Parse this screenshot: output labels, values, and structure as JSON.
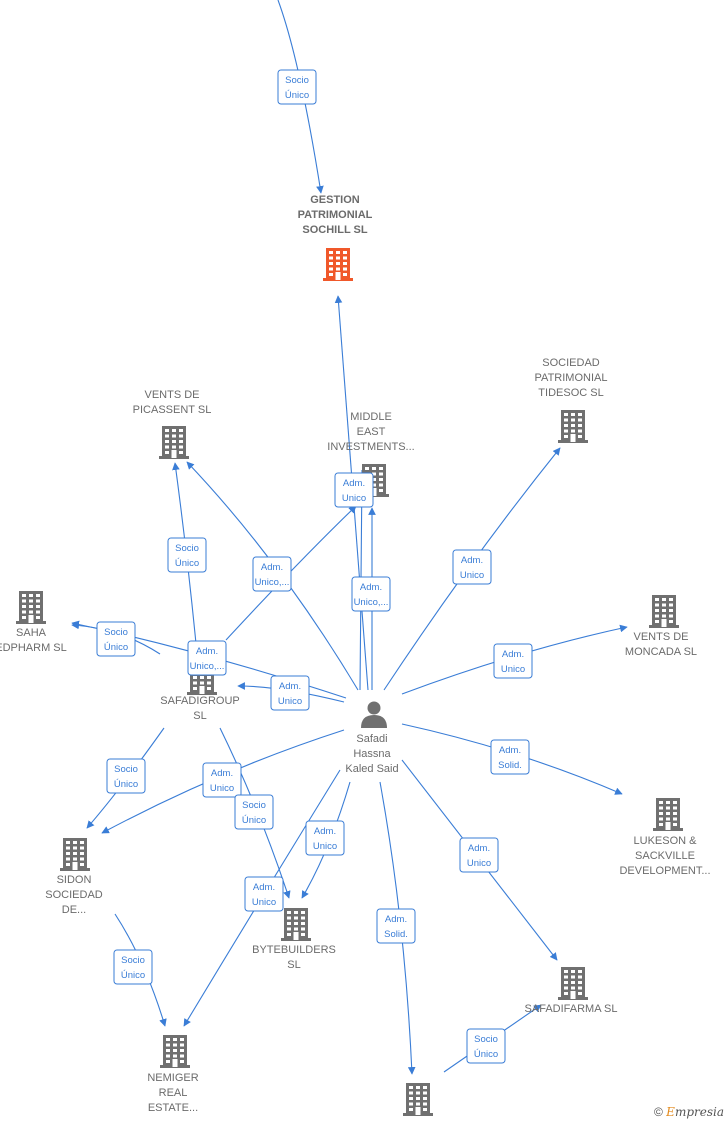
{
  "colors": {
    "edge": "#3a7dd6",
    "company": "#707070",
    "focus_company": "#f0582a",
    "person": "#707070"
  },
  "nodes": [
    {
      "id": "gestion",
      "type": "company",
      "focus": true,
      "lines": [
        "GESTION",
        "PATRIMONIAL",
        "SOCHILL  SL"
      ]
    },
    {
      "id": "vents_picassent",
      "type": "company",
      "lines": [
        "VENTS DE",
        "PICASSENT  SL"
      ]
    },
    {
      "id": "middle_east",
      "type": "company",
      "lines": [
        "MIDDLE",
        "EAST",
        "INVESTMENTS..."
      ]
    },
    {
      "id": "sociedad_tidesoc",
      "type": "company",
      "lines": [
        "SOCIEDAD",
        "PATRIMONIAL",
        "TIDESOC  SL"
      ]
    },
    {
      "id": "saha",
      "type": "company",
      "lines": [
        "SAHA",
        "EDPHARM  SL"
      ]
    },
    {
      "id": "vents_moncada",
      "type": "company",
      "lines": [
        "VENTS DE",
        "MONCADA  SL"
      ]
    },
    {
      "id": "safadigroup",
      "type": "company",
      "lines": [
        "SAFADIGROUP",
        "SL"
      ]
    },
    {
      "id": "safadi",
      "type": "person",
      "lines": [
        "Safadi",
        "Hassna",
        "Kaled Said"
      ]
    },
    {
      "id": "lukeson",
      "type": "company",
      "lines": [
        "LUKESON &",
        "SACKVILLE",
        "DEVELOPMENT..."
      ]
    },
    {
      "id": "sidon",
      "type": "company",
      "lines": [
        "SIDON",
        "SOCIEDAD",
        "DE..."
      ]
    },
    {
      "id": "bytebuilders",
      "type": "company",
      "lines": [
        "BYTEBUILDERS",
        "SL"
      ]
    },
    {
      "id": "safadifarma",
      "type": "company",
      "lines": [
        "SAFADIFARMA SL"
      ]
    },
    {
      "id": "nemiger",
      "type": "company",
      "lines": [
        "NEMIGER",
        "REAL",
        "ESTATE..."
      ]
    },
    {
      "id": "bottom_company",
      "type": "company",
      "lines": []
    }
  ],
  "edges": [
    {
      "id": "e_top_gestion",
      "label": [
        "Socio",
        "Único"
      ]
    },
    {
      "id": "e_safadi_gestion",
      "label": []
    },
    {
      "id": "e_safadi_middle",
      "label": [
        "Adm.",
        "Unico"
      ]
    },
    {
      "id": "e_safadi_middle2",
      "label": [
        "Adm.",
        "Unico,..."
      ]
    },
    {
      "id": "e_safadi_picassent",
      "label": [
        "Adm.",
        "Unico,..."
      ]
    },
    {
      "id": "e_group_picassent",
      "label": [
        "Socio",
        "Único"
      ]
    },
    {
      "id": "e_safadi_tidesoc",
      "label": [
        "Adm.",
        "Unico"
      ]
    },
    {
      "id": "e_group_saha",
      "label": [
        "Socio",
        "Único"
      ]
    },
    {
      "id": "e_safadi_saha",
      "label": [
        "Adm.",
        "Unico,..."
      ]
    },
    {
      "id": "e_safadi_moncada",
      "label": [
        "Adm.",
        "Unico"
      ]
    },
    {
      "id": "e_safadi_group",
      "label": [
        "Adm.",
        "Unico"
      ]
    },
    {
      "id": "e_safadi_lukeson",
      "label": [
        "Adm.",
        "Solid."
      ]
    },
    {
      "id": "e_group_sidon",
      "label": [
        "Socio",
        "Único"
      ]
    },
    {
      "id": "e_safadi_sidon",
      "label": [
        "Adm.",
        "Unico"
      ]
    },
    {
      "id": "e_group_bytebuilders",
      "label": [
        "Socio",
        "Único"
      ]
    },
    {
      "id": "e_safadi_bytebuilders",
      "label": [
        "Adm.",
        "Unico"
      ]
    },
    {
      "id": "e_safadi_nemiger",
      "label": [
        "Adm.",
        "Unico"
      ]
    },
    {
      "id": "e_sidon_nemiger",
      "label": [
        "Socio",
        "Único"
      ]
    },
    {
      "id": "e_safadi_safadifarma",
      "label": [
        "Adm.",
        "Unico"
      ]
    },
    {
      "id": "e_safadi_bottom",
      "label": [
        "Adm.",
        "Solid."
      ]
    },
    {
      "id": "e_bottom_safadifarma",
      "label": [
        "Socio",
        "Único"
      ]
    }
  ],
  "footer": {
    "copyright": "©",
    "brand_initial": "E",
    "brand_rest": "mpresia"
  }
}
